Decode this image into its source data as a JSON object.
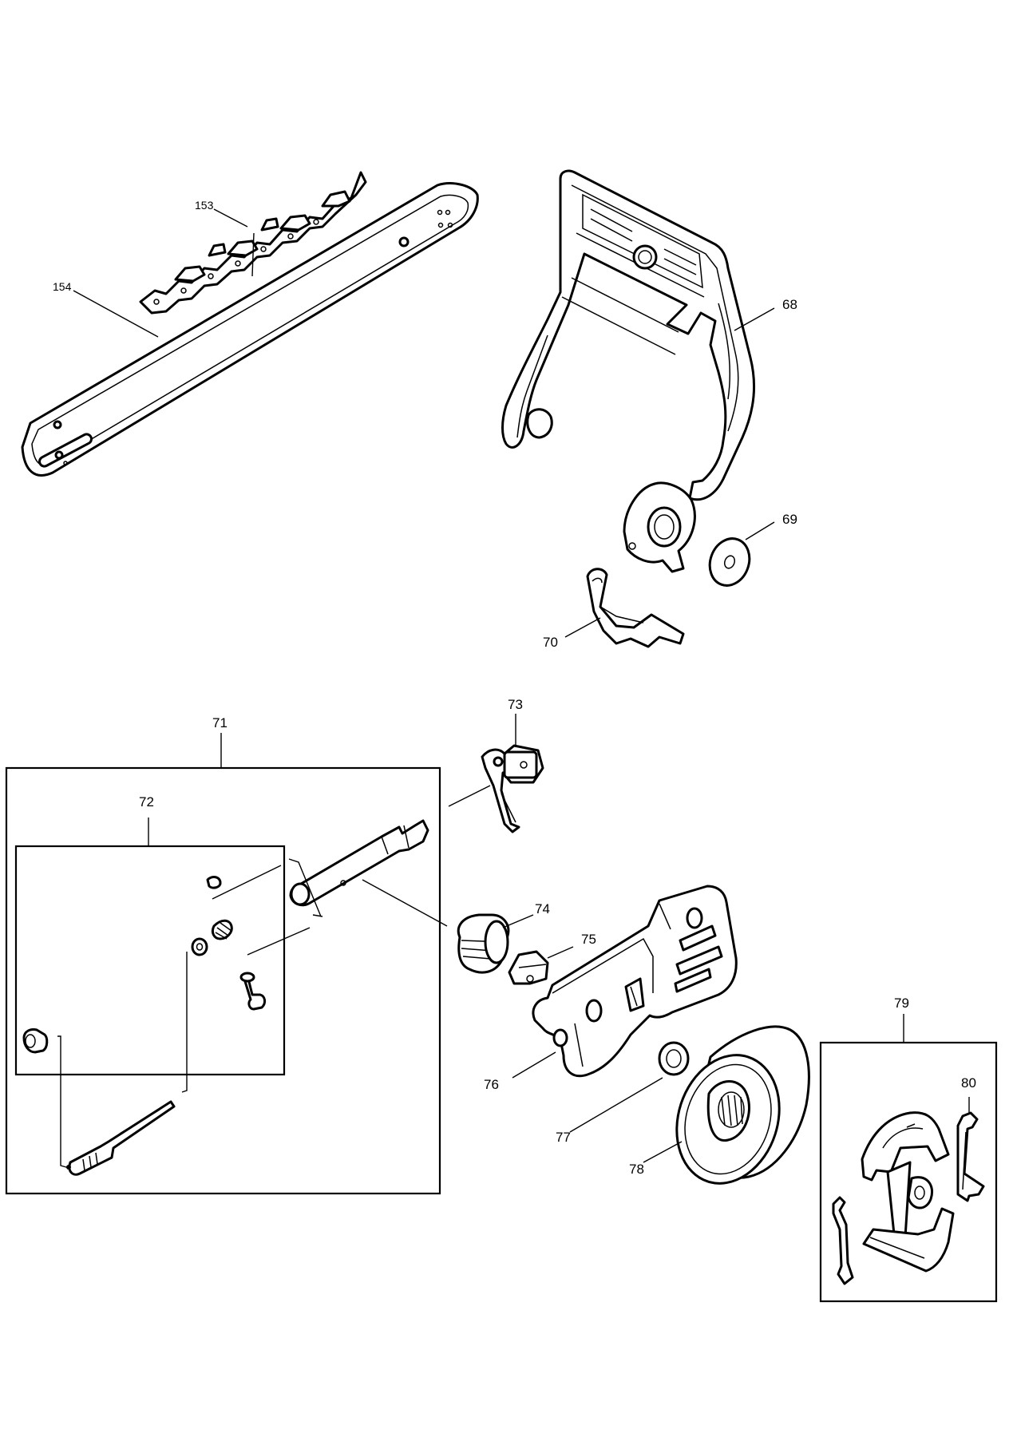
{
  "diagram": {
    "callouts": {
      "c153": "153",
      "c154": "154",
      "c68": "68",
      "c69": "69",
      "c70": "70",
      "c71": "71",
      "c72": "72",
      "c73": "73",
      "c74": "74",
      "c75": "75",
      "c76": "76",
      "c77": "77",
      "c78": "78",
      "c79": "79",
      "c80": "80"
    }
  }
}
